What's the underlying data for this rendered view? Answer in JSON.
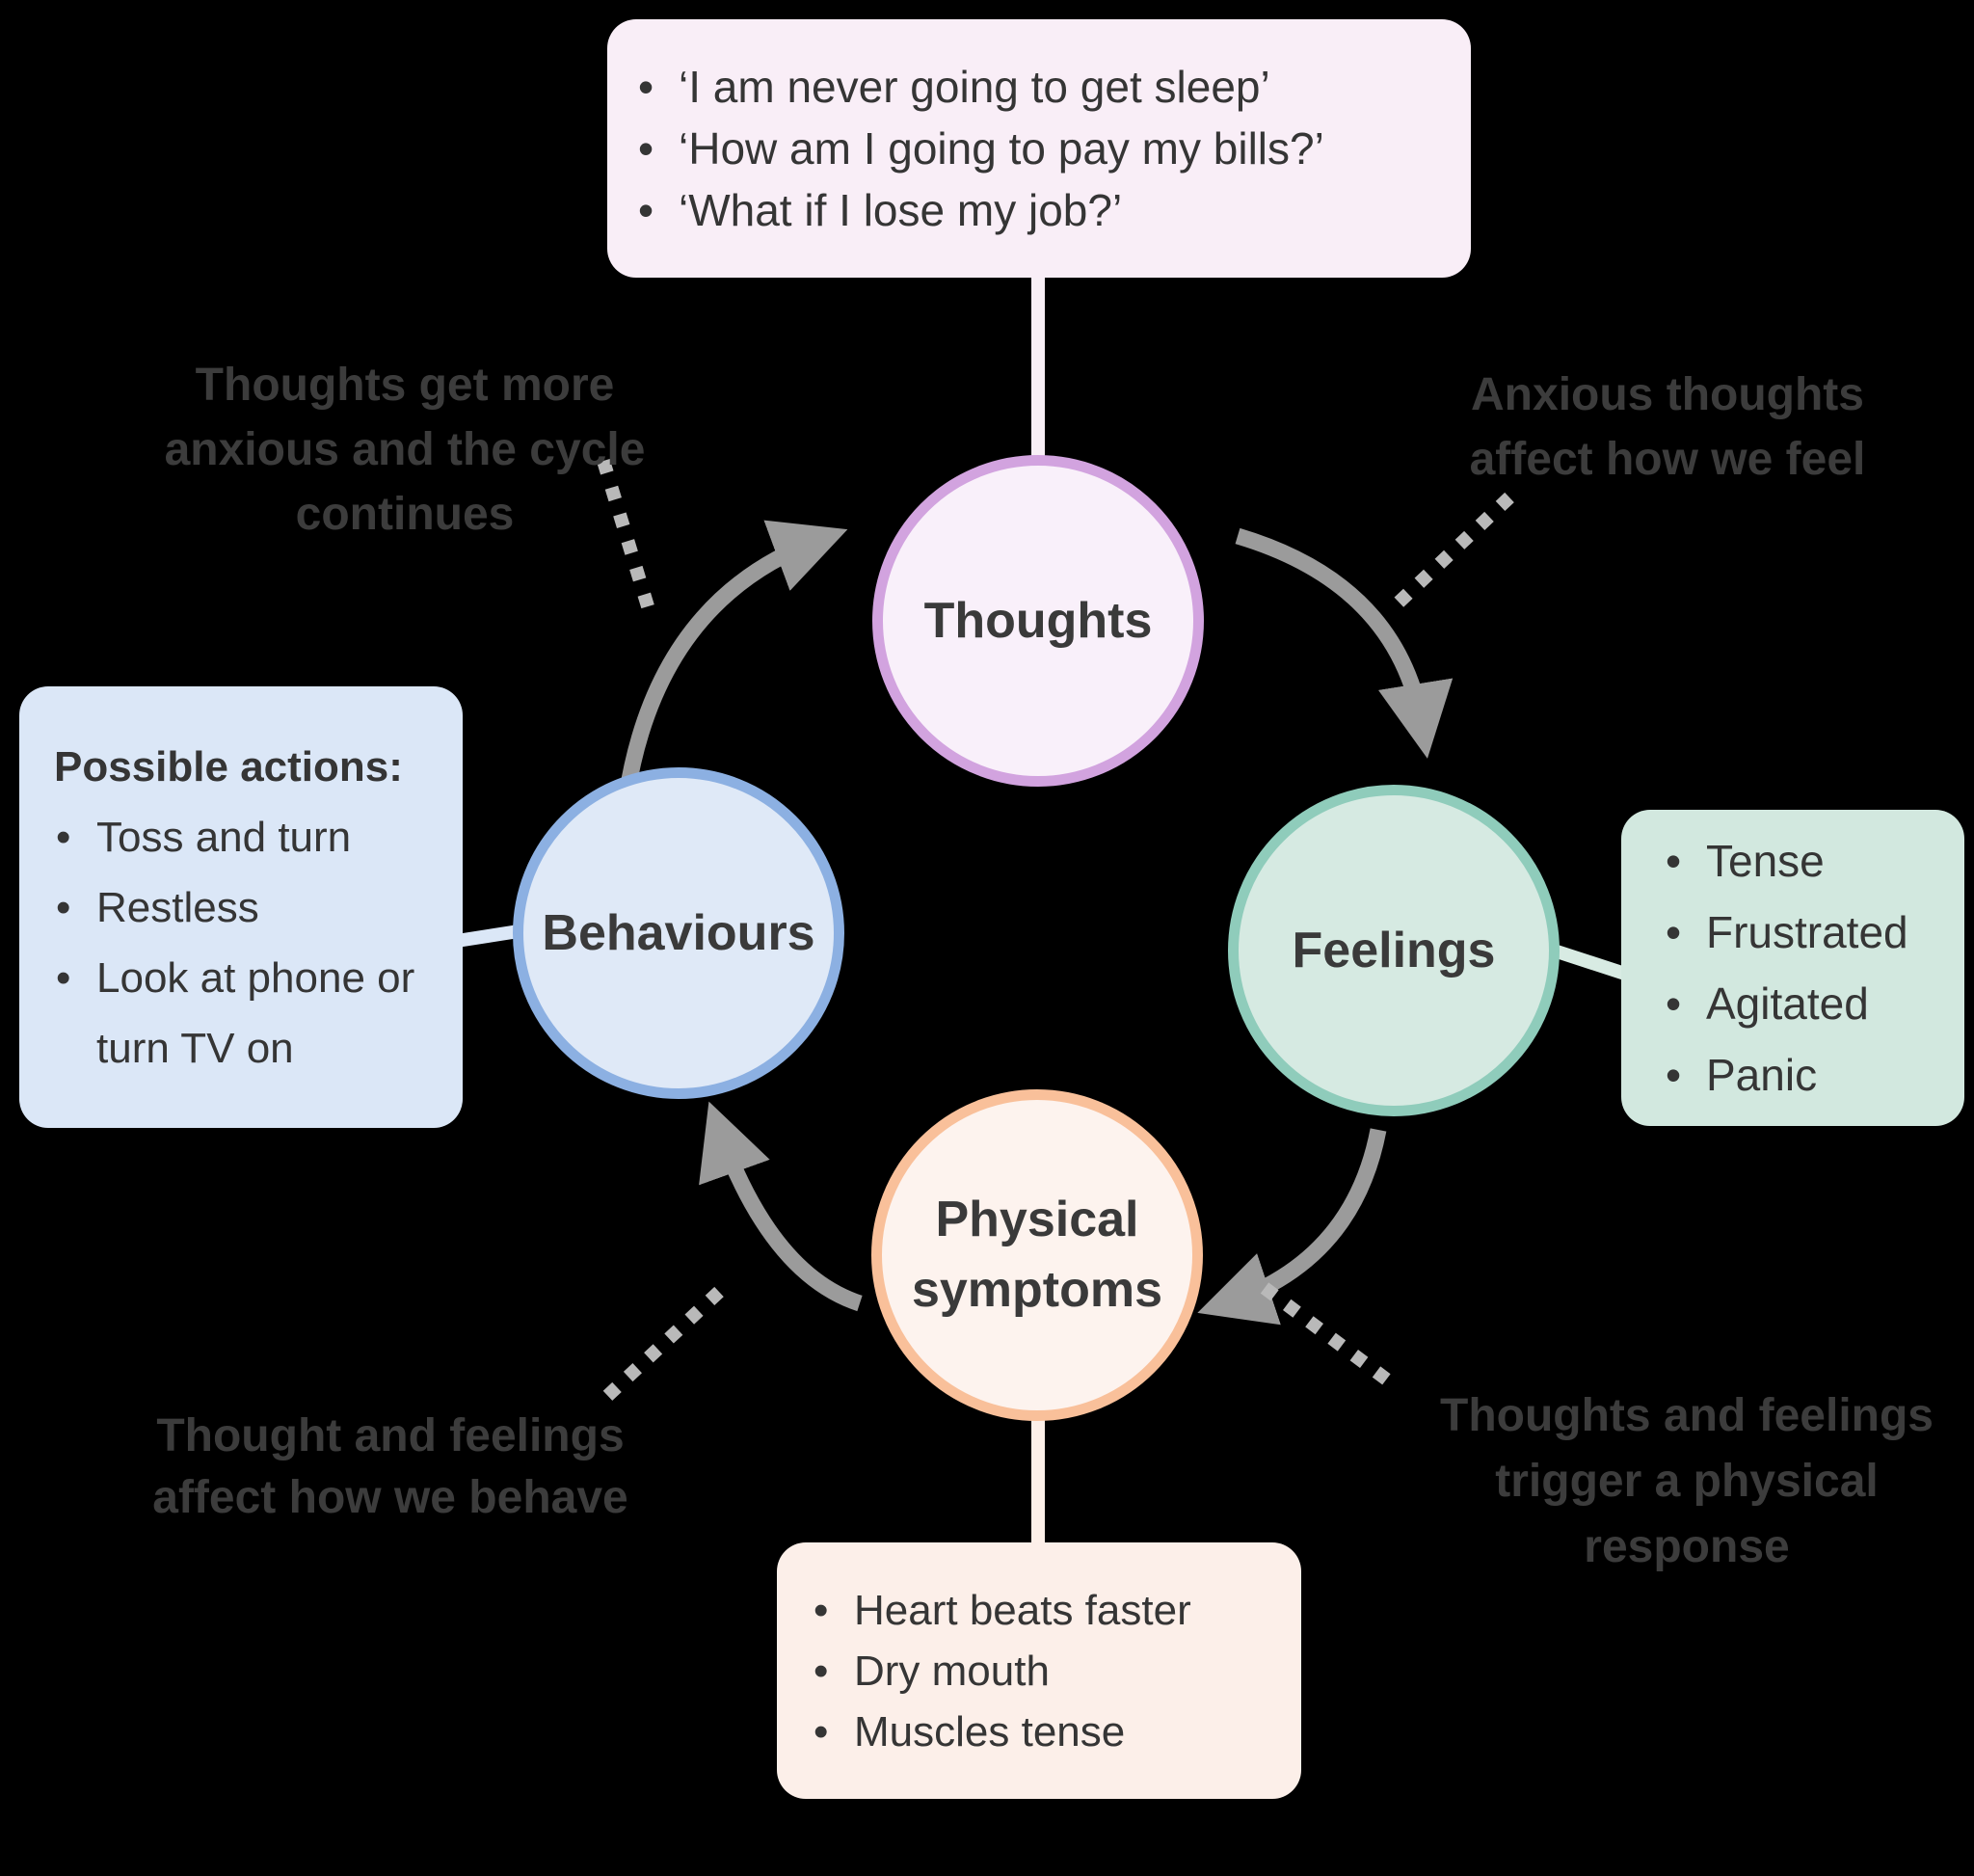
{
  "nodes": {
    "thoughts": {
      "label": "Thoughts"
    },
    "feelings": {
      "label": "Feelings"
    },
    "physical": {
      "label": "Physical symptoms"
    },
    "behaviours": {
      "label": "Behaviours"
    }
  },
  "callouts": {
    "thoughts": {
      "items": [
        "‘I am never going to get sleep’",
        "‘How am I going to pay my bills?’",
        "‘What if I lose my job?’"
      ]
    },
    "feelings": {
      "items": [
        "Tense",
        "Frustrated",
        "Agitated",
        "Panic"
      ]
    },
    "physical": {
      "items": [
        "Heart beats faster",
        "Dry mouth",
        "Muscles tense"
      ]
    },
    "behaviours": {
      "header": "Possible actions:",
      "items": [
        "Toss and turn",
        "Restless",
        "Look at phone or turn TV on"
      ]
    }
  },
  "annotations": {
    "behaviours_to_thoughts": {
      "lines": [
        "Thoughts get more",
        "anxious and the cycle",
        "continues"
      ]
    },
    "thoughts_to_feelings": {
      "lines": [
        "Anxious thoughts",
        "affect how we feel"
      ]
    },
    "feelings_to_physical": {
      "lines": [
        "Thoughts and feelings",
        "trigger a physical",
        "response"
      ]
    },
    "physical_to_behaviours": {
      "lines": [
        "Thought and feelings",
        "affect how we behave"
      ]
    }
  },
  "colors": {
    "background": "#000000",
    "thoughts_border": "#d2a3df",
    "thoughts_fill": "#f9f0fa",
    "thoughts_box_fill": "#f9eef7",
    "feelings_border": "#8fccbb",
    "feelings_fill": "#d6eae2",
    "feelings_box_fill": "#d2e8df",
    "physical_border": "#f9c09a",
    "physical_fill": "#fdf3ee",
    "physical_box_fill": "#fcefe9",
    "behaviours_border": "#8cb0e2",
    "behaviours_fill": "#dfe9f7",
    "behaviours_box_fill": "#dbe7f7",
    "arrow": "#9b9b9b",
    "dotted_line": "#b9b9b9",
    "text_dark": "#353535",
    "annotation_text": "#3c3c3c"
  }
}
